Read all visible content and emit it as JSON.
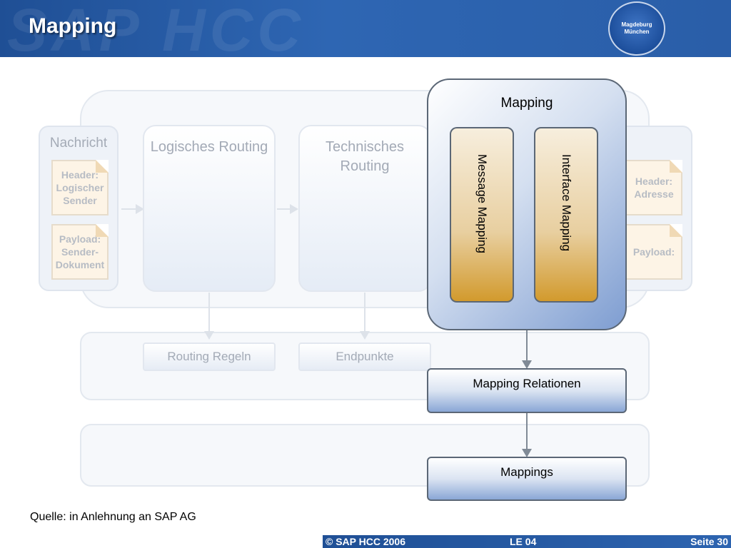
{
  "header": {
    "title": "Mapping",
    "watermark": "SAP HCC",
    "logo": {
      "lines": [
        "Magdeburg",
        "München"
      ]
    }
  },
  "pipeline": {
    "left_message": {
      "title": "Nachricht",
      "header_doc": "Header: Logischer Sender",
      "payload_doc": "Payload: Sender-Dokument"
    },
    "right_message": {
      "header_doc": "Header: Adresse",
      "payload_doc": "Payload:"
    },
    "steps": [
      "Logisches Routing",
      "Technisches Routing"
    ]
  },
  "directory": {
    "boxes": [
      "Routing Regeln",
      "Endpunkte"
    ]
  },
  "repository": {},
  "mapping": {
    "title": "Mapping",
    "cards": [
      "Message Mapping",
      "Interface Mapping"
    ],
    "relations_label": "Mapping Relationen",
    "mappings_label": "Mappings"
  },
  "source": "Quelle: in Anlehnung an SAP AG",
  "footer": {
    "copyright": "© SAP HCC 2006",
    "lecture": "LE 04",
    "page": "Seite 30"
  }
}
